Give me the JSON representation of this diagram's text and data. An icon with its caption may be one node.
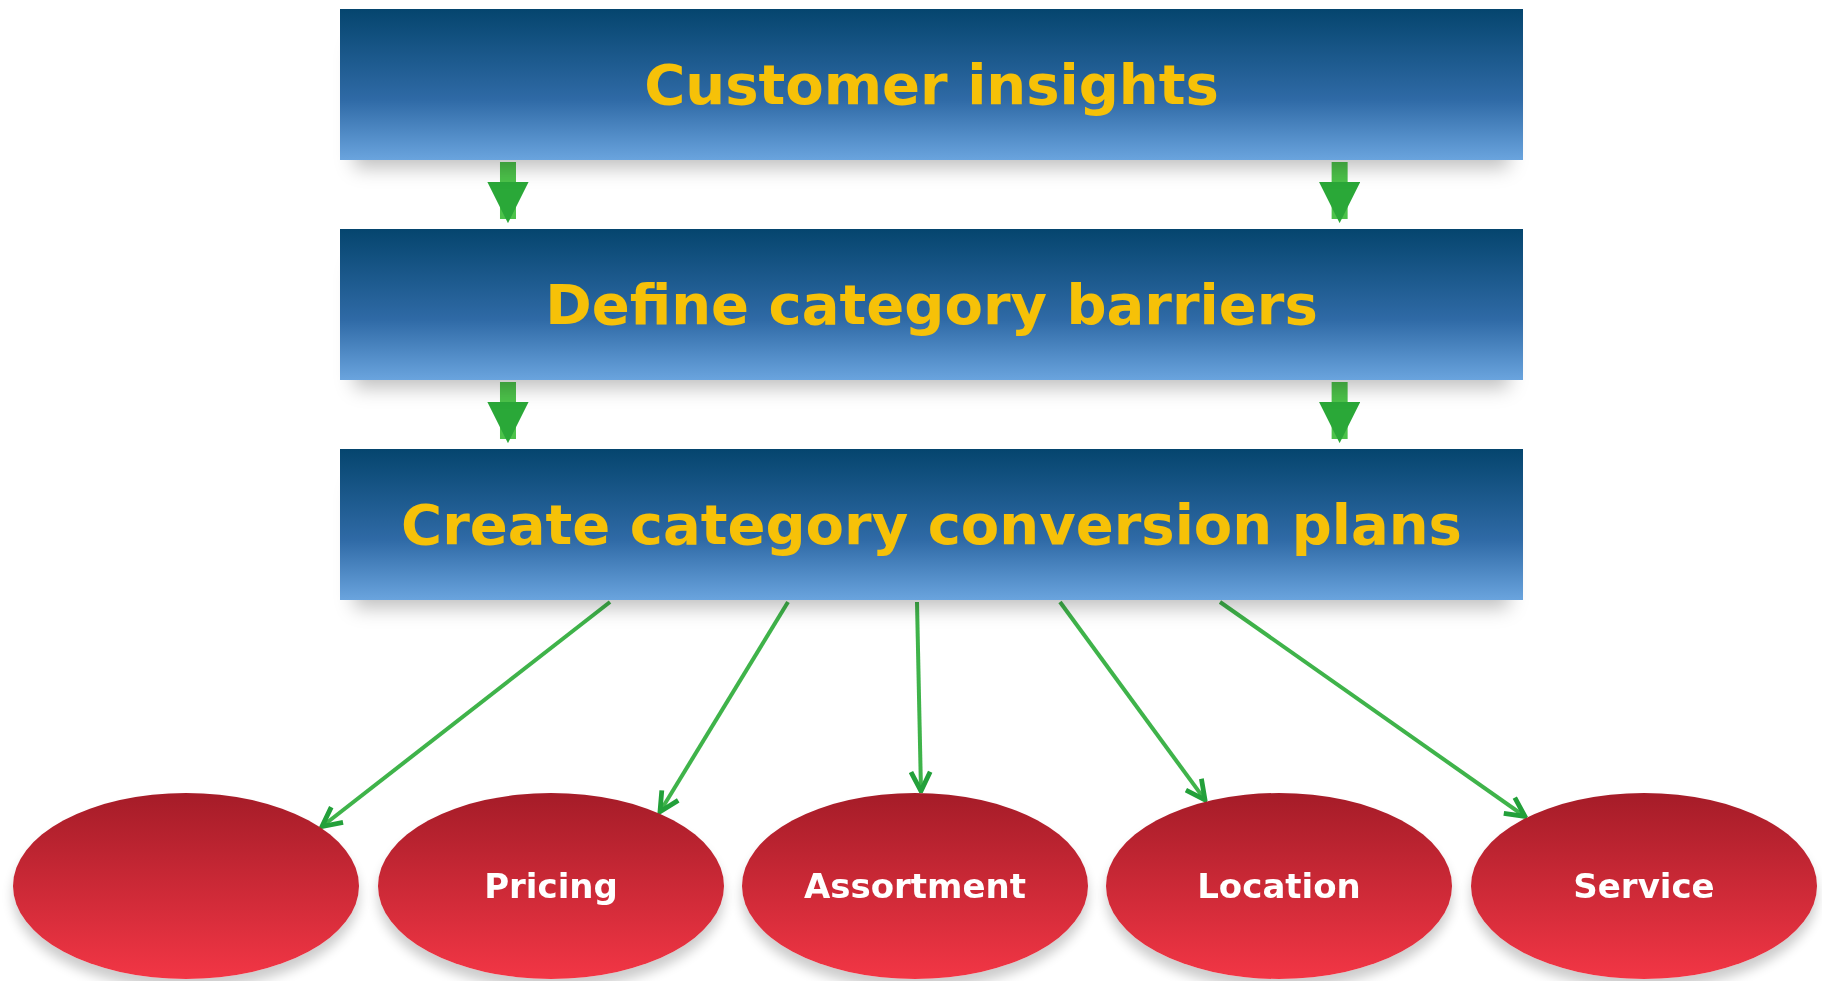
{
  "diagram": {
    "nodes": [
      {
        "text": [
          "Customer insights"
        ]
      },
      {
        "text": [
          "Define category barriers"
        ]
      },
      {
        "text": [
          "Create category conversion plans"
        ]
      },
      {
        "text": [],
        "shape": "ellipse"
      },
      {
        "text": [
          "Pricing"
        ]
      },
      {
        "text": [
          "Assortment"
        ]
      },
      {
        "text": [
          "Location"
        ]
      },
      {
        "text": [
          "Service"
        ]
      }
    ],
    "edges": [
      {
        "from": 0,
        "to": 1,
        "arrow": "to",
        "style": "thick"
      },
      {
        "from": 0,
        "to": 1,
        "arrow": "to",
        "style": "thick"
      },
      {
        "from": 1,
        "to": 2,
        "arrow": "to",
        "style": "thick"
      },
      {
        "from": 1,
        "to": 2,
        "arrow": "to",
        "style": "thick"
      },
      {
        "from": 2,
        "to": 3,
        "arrow": "to"
      },
      {
        "from": 2,
        "to": 4,
        "arrow": "to"
      },
      {
        "from": 2,
        "to": 5,
        "arrow": "to"
      },
      {
        "from": 2,
        "to": 6,
        "arrow": "to"
      },
      {
        "from": 2,
        "to": 7,
        "arrow": "to"
      }
    ]
  }
}
